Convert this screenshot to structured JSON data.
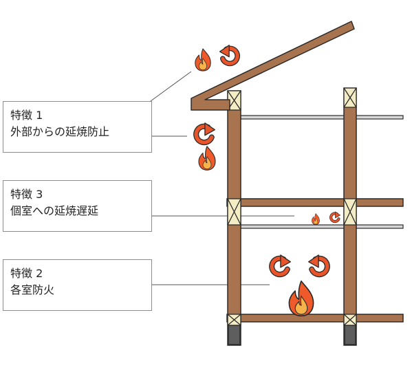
{
  "features": [
    {
      "title": "特徴 1",
      "desc": "外部からの延焼防止"
    },
    {
      "title": "特徴 3",
      "desc": "個室への延焼遅延"
    },
    {
      "title": "特徴 2",
      "desc": "各室防火"
    }
  ],
  "colors": {
    "timber": "#a8734f",
    "outline": "#2b2b2b",
    "post_cap": "#f4ecc4",
    "foundation": "#5e5e5e",
    "flame_outer": "#ee5a2a",
    "flame_inner": "#f7b24a",
    "arrow": "#e8552a",
    "rail": "#d7d7d7",
    "box_border": "#8c8c8c",
    "leader": "#555555"
  },
  "icons": [
    "flame-icon",
    "circular-arrow-icon"
  ]
}
